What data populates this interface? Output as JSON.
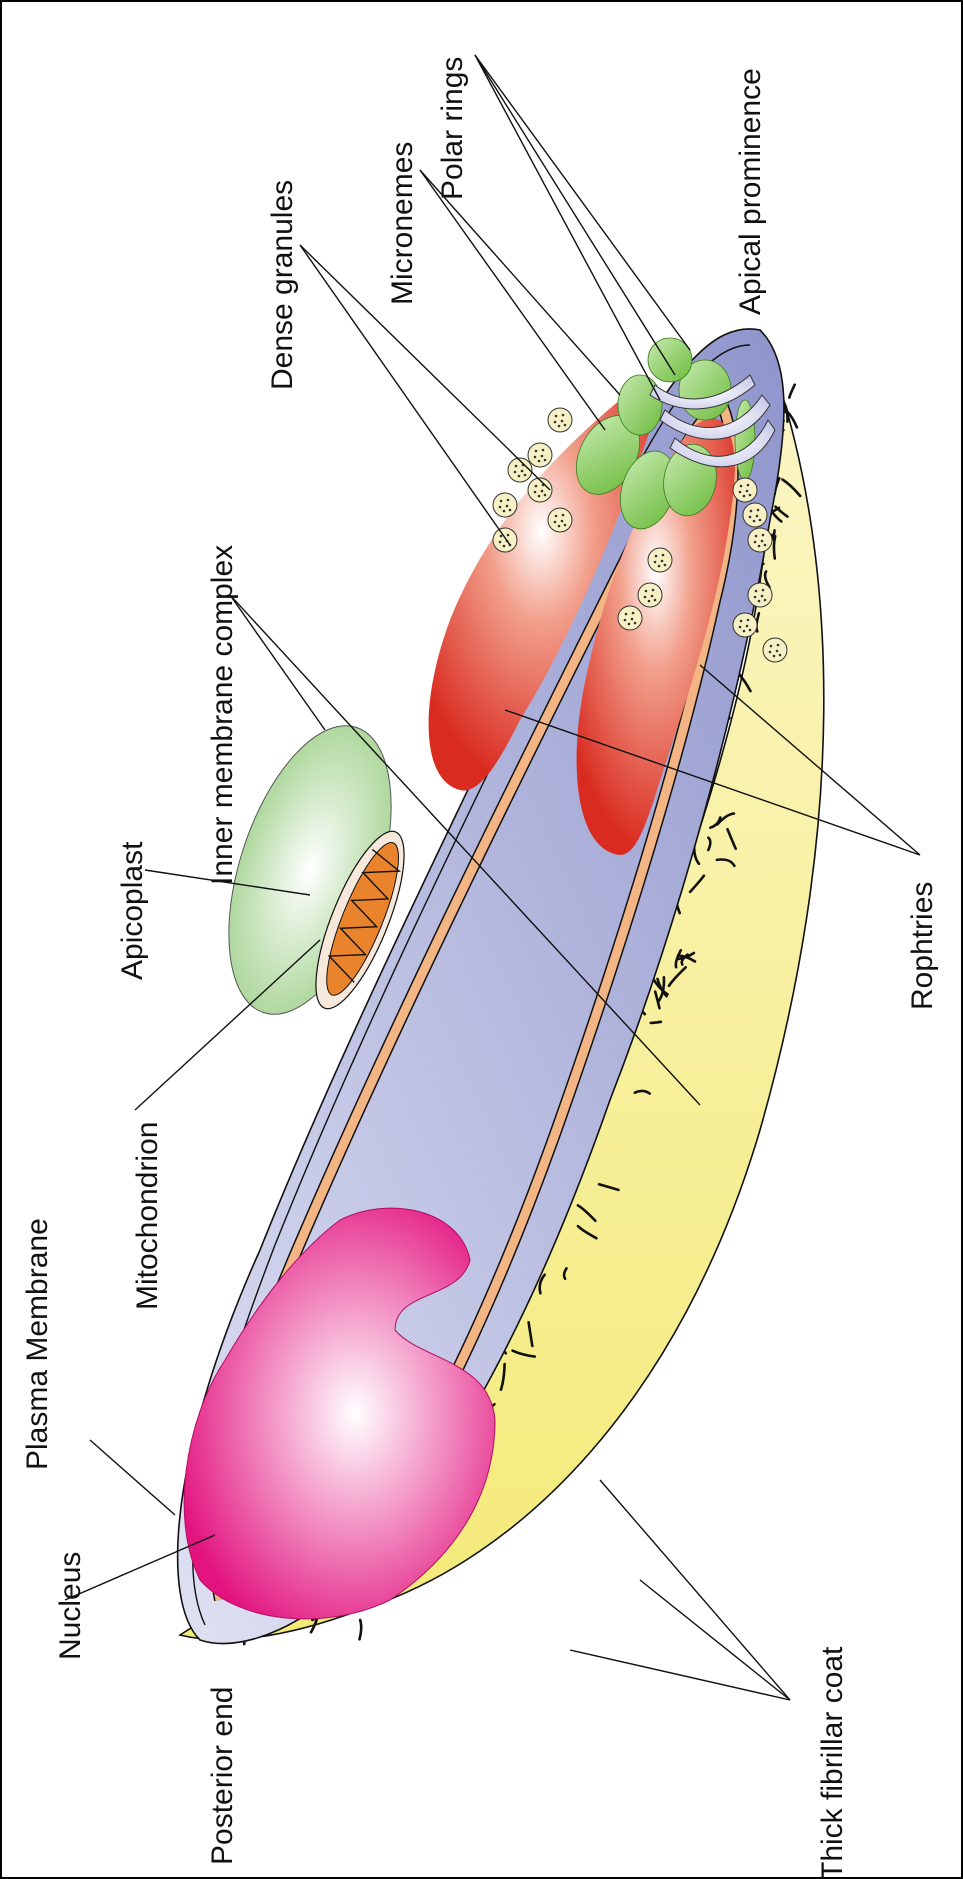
{
  "diagram": {
    "labels": {
      "posterior_end": "Posterior end",
      "nucleus": "Nucleus",
      "plasma_membrane": "Plasma Membrane",
      "mitochondrion": "Mitochondrion",
      "apicoplast": "Apicoplast",
      "inner_membrane_complex": "Inner membrane complex",
      "dense_granules": "Dense granules",
      "micronemes": "Micronemes",
      "polar_rings": "Polar rings",
      "apical_prominence": "Apical prominence",
      "rophtries": "Rophtries",
      "thick_fibrillar_coat": "Thick fibrillar coat"
    },
    "colors": {
      "cytoplasm": "#8f95cc",
      "cytoplasm_light": "#dfe1f2",
      "inner_membrane": "#f3b583",
      "fibrillar_coat": "#f4ea78",
      "nucleus": "#e3147f",
      "apicoplast": "#9fd08a",
      "mitochondrion": "#e9832c",
      "rhoptry": "#d92b20",
      "microneme": "#6cbb3c",
      "polar_ring": "#c9cae9"
    }
  }
}
